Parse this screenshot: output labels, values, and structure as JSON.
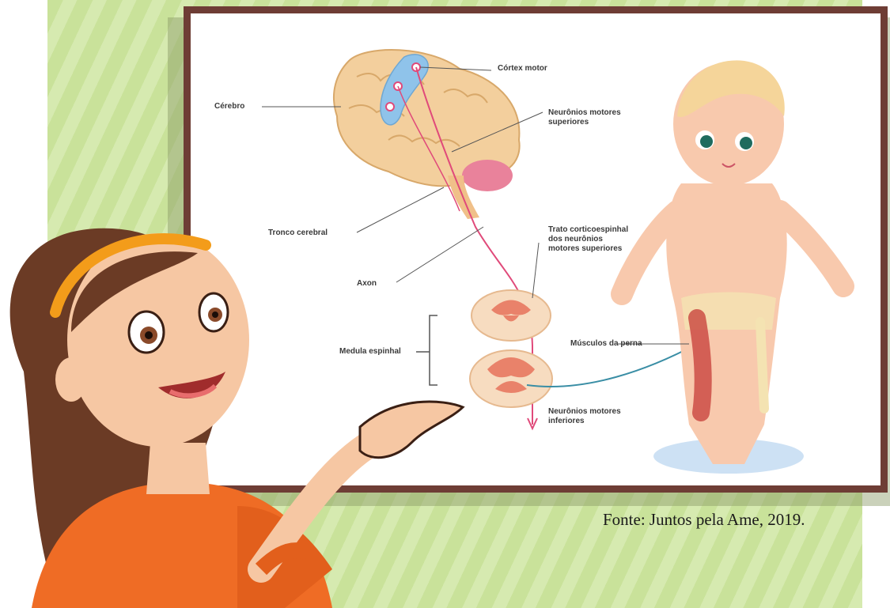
{
  "diagram": {
    "labels": {
      "cortex_motor": "Córtex motor",
      "cerebro": "Cérebro",
      "neuronios_superiores": "Neurônios motores\nsuperiores",
      "tronco_cerebral": "Tronco cerebral",
      "trato": "Trato corticoespinhal\ndos neurônios\nmotores superiores",
      "axon": "Axon",
      "medula": "Medula espinhal",
      "musculos": "Músculos da perna",
      "neuronios_inferiores": "Neurônios motores\ninferiores"
    }
  },
  "source": "Fonte: Juntos pela Ame, 2019.",
  "colors": {
    "frame": "#6e3d35",
    "stripe_light": "#d6eab0",
    "stripe_dark": "#c9e29a",
    "brain": "#f3cf9d",
    "cortex": "#8fc3ea",
    "nerve": "#e04a7a",
    "shirt": "#ef6c25",
    "hairband": "#f39c1a",
    "hair": "#6b3b25",
    "skin": "#f6c7a3"
  }
}
